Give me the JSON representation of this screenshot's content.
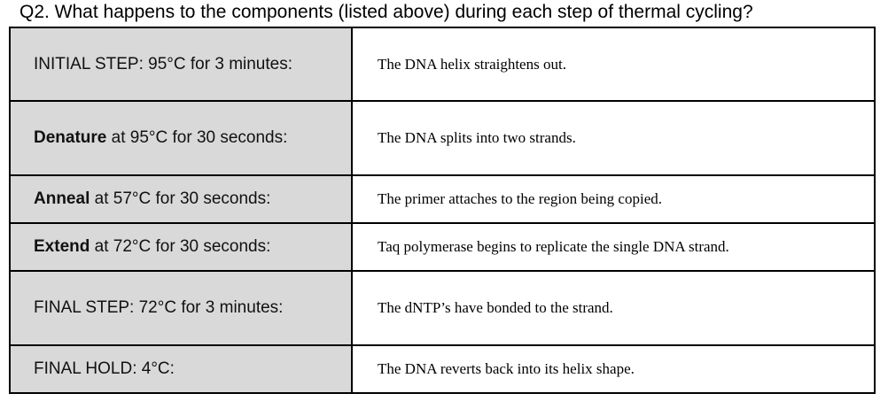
{
  "question": "Q2. What happens to the components (listed above) during each step of thermal cycling?",
  "rows": [
    {
      "bold": "",
      "label": "INITIAL STEP: 95°C for 3 minutes:",
      "answer": "The DNA helix straightens out."
    },
    {
      "bold": "Denature",
      "label": " at 95°C for 30 seconds:",
      "answer": "The DNA splits into two strands."
    },
    {
      "bold": "Anneal",
      "label": " at 57°C for 30 seconds:",
      "answer": "The primer attaches to the region being copied."
    },
    {
      "bold": "Extend",
      "label": " at 72°C for 30 seconds:",
      "answer": "Taq polymerase begins to replicate the single DNA strand."
    },
    {
      "bold": "",
      "label": "FINAL STEP: 72°C for 3 minutes:",
      "answer": "The dNTP’s have bonded to the strand."
    },
    {
      "bold": "",
      "label": "FINAL HOLD: 4°C:",
      "answer": "The DNA reverts back into its helix shape."
    }
  ]
}
